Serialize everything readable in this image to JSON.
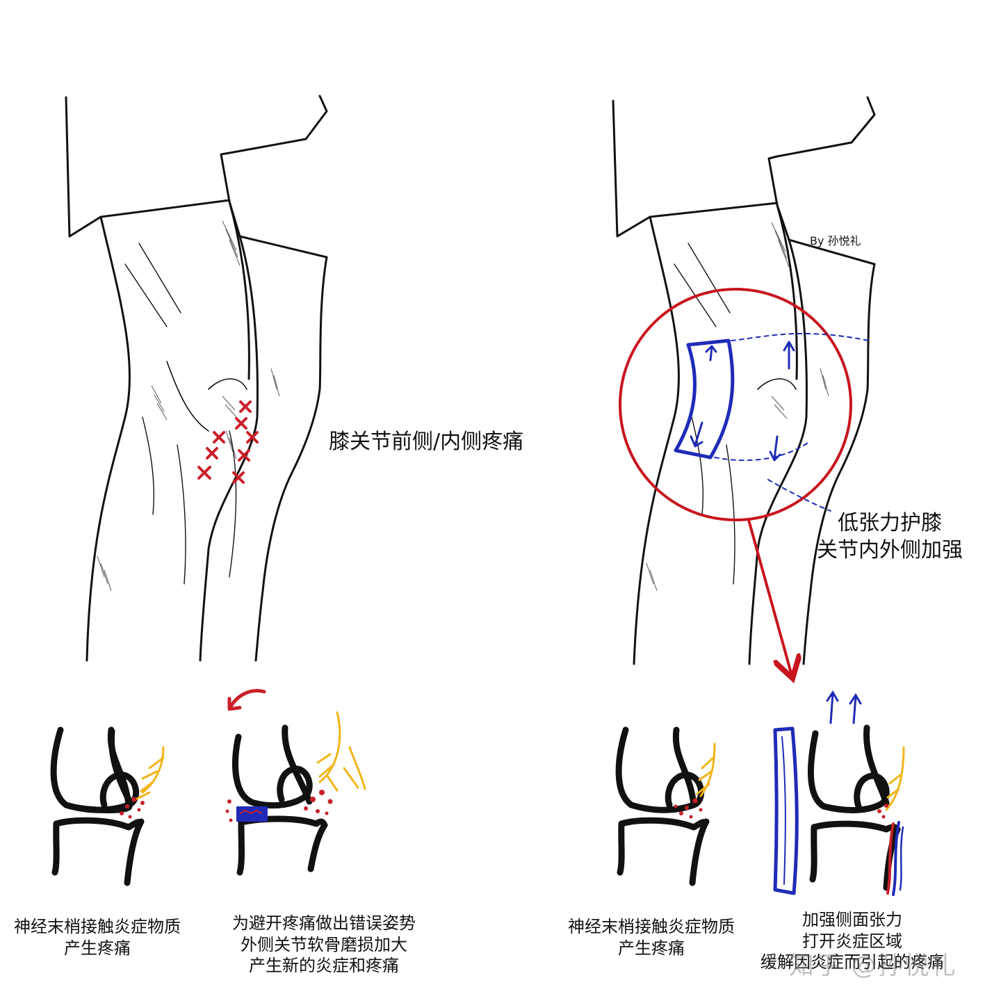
{
  "colors": {
    "line": "#111111",
    "pain": "#c8202a",
    "tape": "#1f2bb8",
    "nerve": "#f2b418",
    "circle": "#c8141e",
    "blood_red": "#c8202a",
    "blood_blue": "#1f2bb8"
  },
  "left_panel": {
    "label": "膝关节前侧/内侧疼痛",
    "caption_normal": [
      "神经末梢接触炎症物质",
      "产生疼痛"
    ],
    "caption_compensation": [
      "为避开疼痛做出错误姿势",
      "外侧关节软骨磨损加大",
      "产生新的炎症和疼痛"
    ]
  },
  "right_panel": {
    "signature": "By 孙悦礼",
    "label": [
      "低张力护膝",
      "关节内外侧加强"
    ],
    "caption_normal": [
      "神经末梢接触炎症物质",
      "产生疼痛"
    ],
    "caption_taped": [
      "加强侧面张力",
      "打开炎症区域",
      "缓解因炎症而引起的疼痛"
    ]
  },
  "watermark": "知乎 @孙悦礼"
}
